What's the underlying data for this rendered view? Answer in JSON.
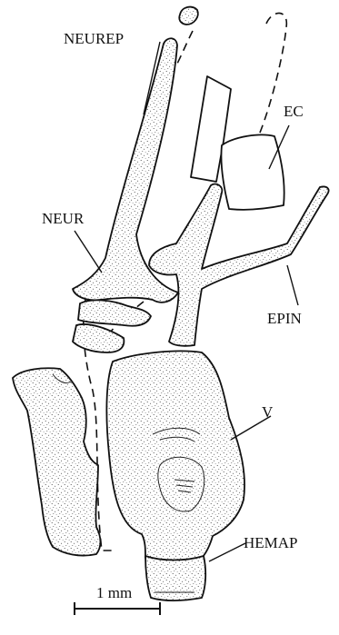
{
  "labels": {
    "neurep": "NEUREP",
    "ec": "EC",
    "neur": "NEUR",
    "epin": "EPIN",
    "v": "V",
    "hemap": "HEMAP"
  },
  "scale_bar": {
    "label": "1 mm"
  }
}
